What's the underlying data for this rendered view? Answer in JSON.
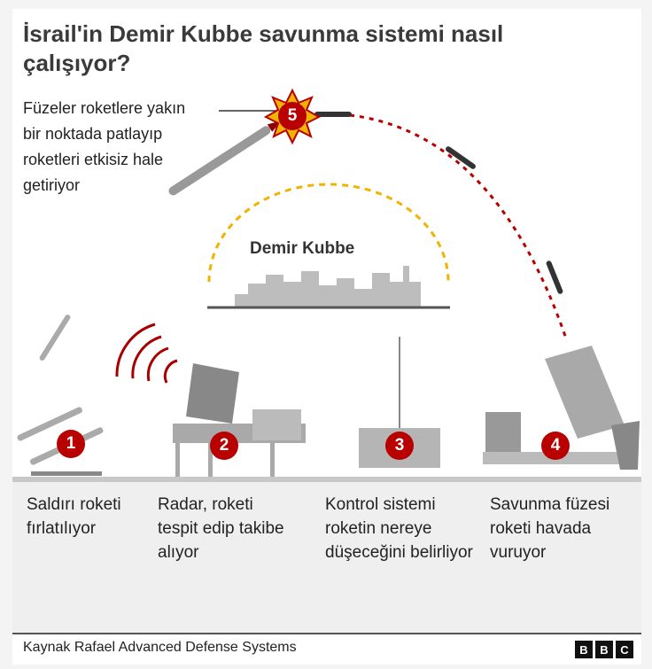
{
  "title": "İsrail'in Demir Kubbe savunma sistemi nasıl çalışıyor?",
  "callout": "Füzeler roketlere yakın bir noktada patlayıp roketleri etkisiz hale getiriyor",
  "dome_label": "Demir Kubbe",
  "steps": [
    {
      "number": "1",
      "text": "Saldırı roketi fırlatılıyor"
    },
    {
      "number": "2",
      "text": "Radar, roketi tespit edip takibe alıyor"
    },
    {
      "number": "3",
      "text": "Kontrol sistemi roketin nereye düşeceğini belirliyor"
    },
    {
      "number": "4",
      "text": "Savunma füzesi roketi havada vuruyor"
    }
  ],
  "explosion_number": "5",
  "source": "Kaynak Rafael Advanced Defense Systems",
  "logo": [
    "B",
    "B",
    "C"
  ],
  "colors": {
    "accent": "#b80000",
    "dome": "#f0b400",
    "gray": "#b5b5b5"
  }
}
